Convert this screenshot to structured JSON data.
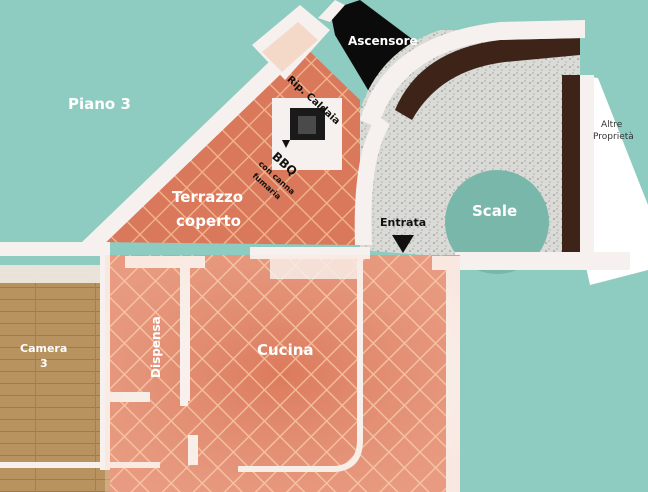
{
  "floor_label": "Piano 3",
  "colors": {
    "background": "#8ecbc0",
    "tile_terracotta": "#d9785a",
    "tile_grout": "#f0b48e",
    "wall": "#f6f1ee",
    "wood_floor": "#b8925f",
    "terrazzo": "#d9d9d6",
    "dark_wood": "#3e2418",
    "elevator": "#0b0b0b",
    "stair_well": "#79b7ab"
  },
  "rooms": {
    "ascensore": "Ascensore",
    "rip_caldaia": "Rip. Caldaia",
    "bbq": "BBQ",
    "bbq_note_1": "con canna",
    "bbq_note_2": "fumaria",
    "terrazzo_1": "Terrazzo",
    "terrazzo_2": "coperto",
    "entrata": "Entrata",
    "scale": "Scale",
    "altre_1": "Altre",
    "altre_2": "Proprietà",
    "camera_1": "Camera",
    "camera_2": "3",
    "dispensa": "Dispensa",
    "cucina": "Cucina"
  }
}
